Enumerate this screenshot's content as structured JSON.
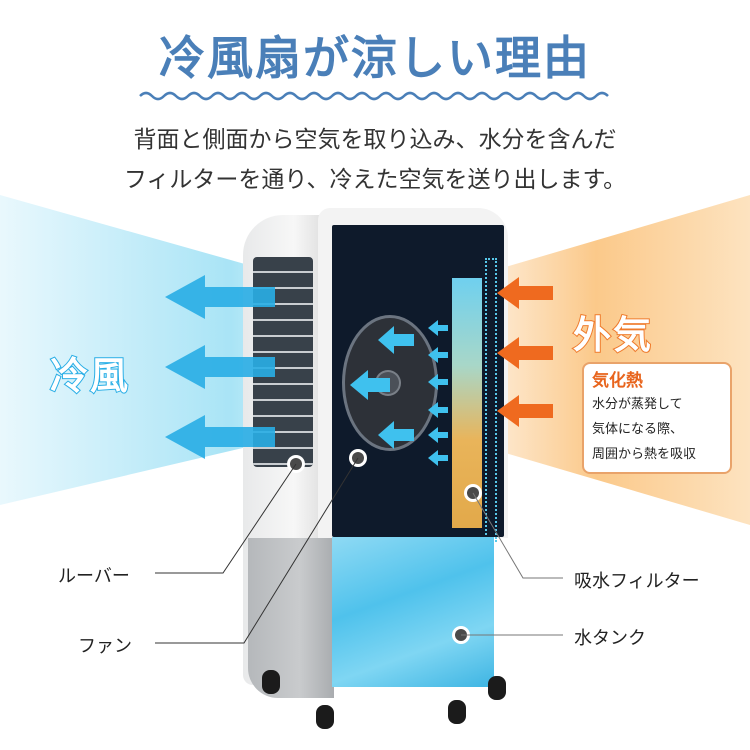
{
  "header": {
    "title": "冷風扇が涼しい理由",
    "description_lines": [
      "背面と側面から空気を取り込み、水分を含んだ",
      "フィルターを通り、冷えた空気を送り出します。"
    ]
  },
  "airflow": {
    "cool_label": "冷風",
    "warm_label": "外気"
  },
  "info_box": {
    "title": "気化熱",
    "lines": [
      "水分が蒸発して",
      "気体になる際、",
      "周囲から熱を吸収"
    ]
  },
  "callouts": {
    "louver": "ルーバー",
    "fan": "ファン",
    "filter": "吸水フィルター",
    "tank": "水タンク"
  },
  "icons": {
    "cool_arrows": "arrow-left-icon",
    "warm_arrows": "arrow-left-icon",
    "wave_divider": "wave-divider"
  },
  "colors": {
    "title": "#4a7fb8",
    "cool_accent": "#29aee6",
    "warm_accent": "#ef6a1f",
    "info_title": "#e8641c",
    "text": "#333333"
  }
}
